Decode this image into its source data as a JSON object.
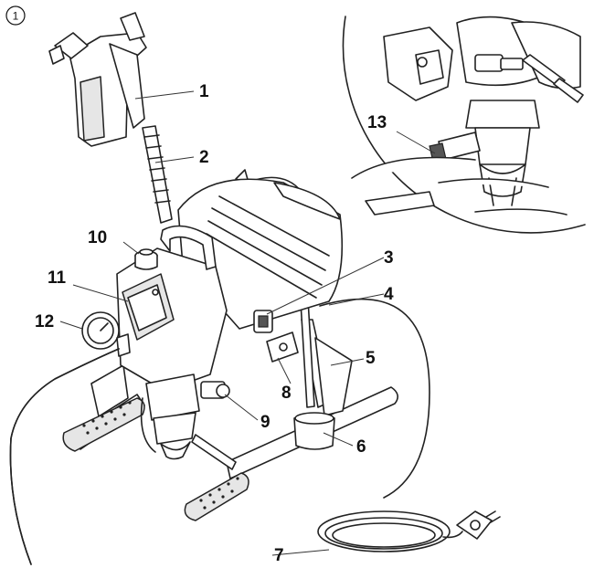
{
  "figure": {
    "number": "1"
  },
  "callouts": [
    {
      "id": "c1",
      "text": "1"
    },
    {
      "id": "c2",
      "text": "2"
    },
    {
      "id": "c3",
      "text": "3"
    },
    {
      "id": "c4",
      "text": "4"
    },
    {
      "id": "c5",
      "text": "5"
    },
    {
      "id": "c6",
      "text": "6"
    },
    {
      "id": "c7",
      "text": "7"
    },
    {
      "id": "c8",
      "text": "8"
    },
    {
      "id": "c9",
      "text": "9"
    },
    {
      "id": "c10",
      "text": "10"
    },
    {
      "id": "c11",
      "text": "11"
    },
    {
      "id": "c12",
      "text": "12"
    },
    {
      "id": "c13",
      "text": "13"
    }
  ],
  "colors": {
    "line": "#222222",
    "fill": "#ffffff",
    "shade": "#e6e6e6"
  }
}
